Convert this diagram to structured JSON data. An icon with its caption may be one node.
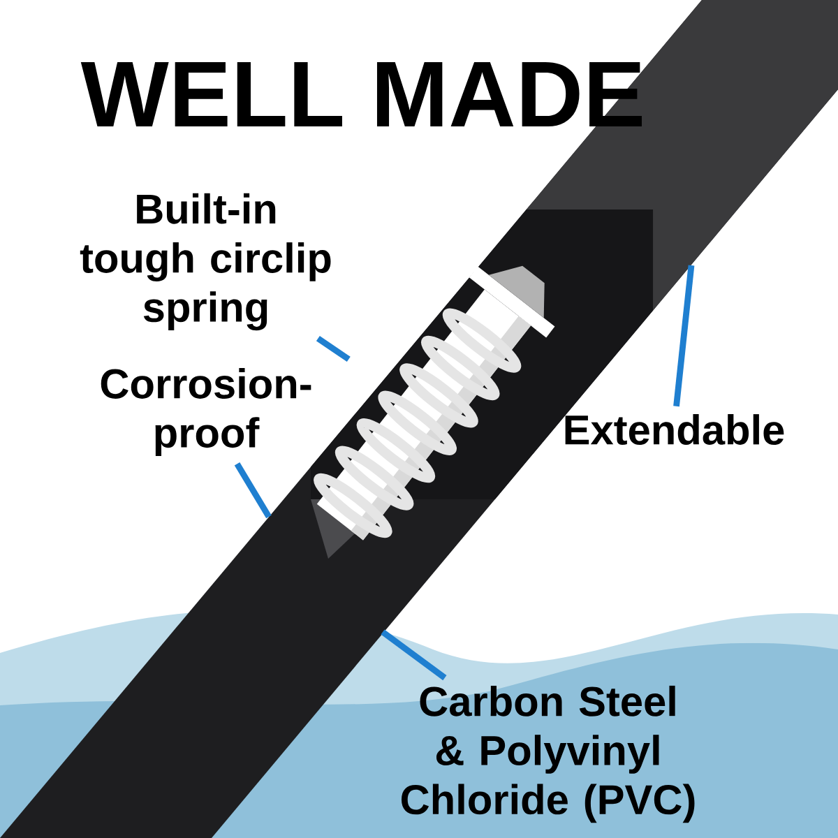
{
  "diagram": {
    "title": "WELL MADE",
    "nodes": [
      {
        "text": [
          "Built-in tough circlip spring"
        ]
      },
      {
        "text": [],
        "shape": "picture"
      },
      {
        "text": [
          "Corrosion-proof"
        ]
      },
      {
        "text": [
          "Extendable"
        ]
      },
      {
        "text": [
          "Carbon Steel & Polyvinyl Chloride (PVC)"
        ]
      }
    ],
    "edges": [
      {
        "from": 0,
        "to": 1,
        "arrow": "none"
      },
      {
        "from": 2,
        "to": null,
        "arrow": "none"
      },
      {
        "from": 3,
        "to": null,
        "arrow": "none"
      },
      {
        "from": 4,
        "to": null,
        "arrow": "none"
      }
    ]
  }
}
